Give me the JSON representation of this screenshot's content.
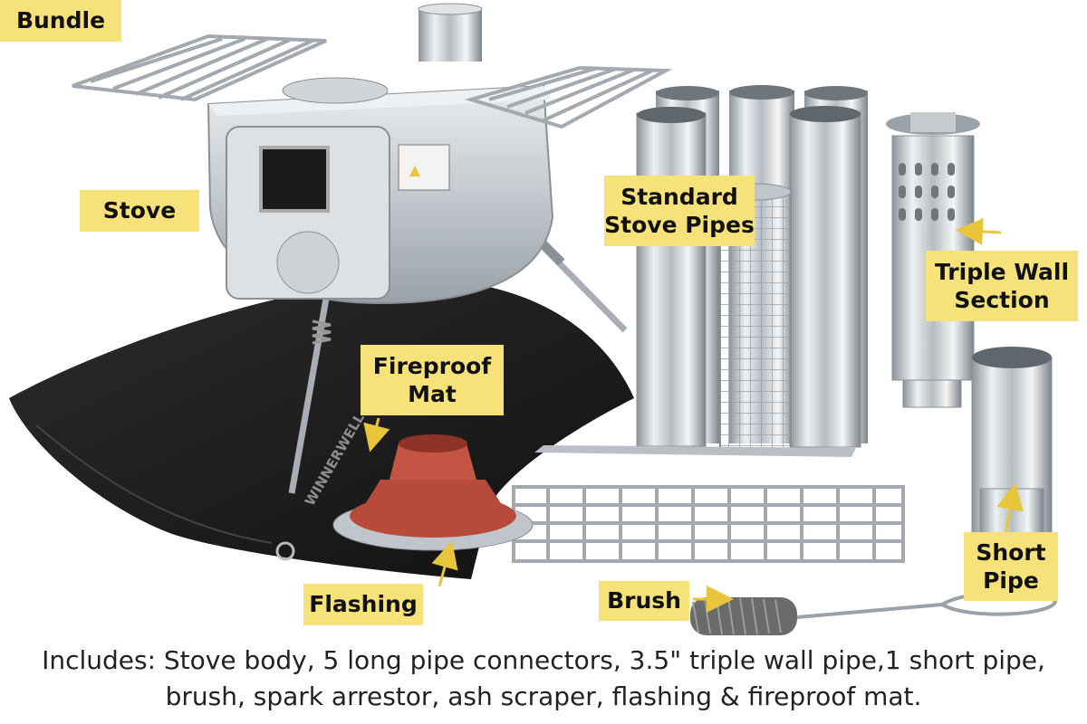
{
  "labels": {
    "bundle": "Bundle",
    "stove": "Stove",
    "standard_pipes": [
      "Standard",
      "Stove Pipes"
    ],
    "triple_wall": [
      "Triple Wall",
      "Section"
    ],
    "fireproof_mat": [
      "Fireproof",
      "Mat"
    ],
    "flashing": "Flashing",
    "brush": "Brush",
    "short_pipe": [
      "Short",
      "Pipe"
    ]
  },
  "caption": [
    "Includes: Stove body, 5 long pipe connectors, 3.5\" triple wall pipe,1 short pipe,",
    "brush, spark arrestor, ash scraper, flashing & fireproof mat."
  ],
  "colors": {
    "label_bg": "#f7e27a",
    "steel": "#c9ced3",
    "mat": "#1c1c1c",
    "flashing": "#b84a3a",
    "arrow": "#e8c53a"
  }
}
